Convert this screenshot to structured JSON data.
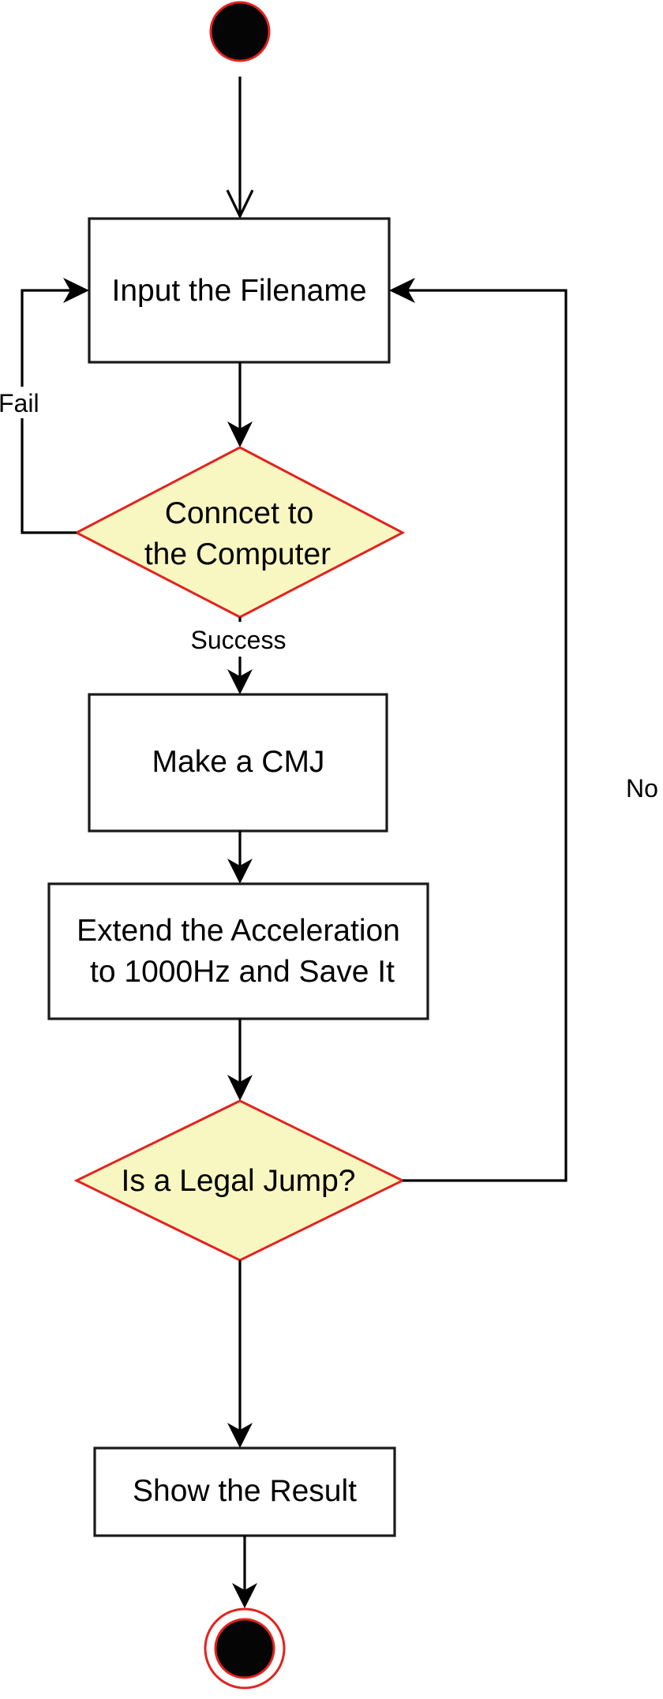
{
  "diagram": {
    "type": "activity-flowchart",
    "colors": {
      "stroke": "#000000",
      "decision_fill": "#f9f7c1",
      "decision_stroke": "#e3221e",
      "terminal_fill": "#050505",
      "terminal_stroke": "#e3221e"
    },
    "nodes": {
      "start": {
        "kind": "initial-node"
      },
      "input_filename": {
        "kind": "action",
        "label": "Input the Filename"
      },
      "connect": {
        "kind": "decision",
        "label_lines": [
          "Conncet to",
          "the Computer"
        ]
      },
      "make_cmj": {
        "kind": "action",
        "label": "Make a CMJ"
      },
      "extend": {
        "kind": "action",
        "label_lines": [
          "Extend the Acceleration",
          "to 1000Hz and Save It"
        ]
      },
      "legal_jump": {
        "kind": "decision",
        "label": "Is a Legal Jump?"
      },
      "show_result": {
        "kind": "action",
        "label": "Show the Result"
      },
      "end": {
        "kind": "final-node"
      }
    },
    "edges": {
      "fail": {
        "from": "connect",
        "to": "input_filename",
        "label": "Fail"
      },
      "success": {
        "from": "connect",
        "to": "make_cmj",
        "label": "Success"
      },
      "no": {
        "from": "legal_jump",
        "to": "input_filename",
        "label": "No"
      }
    }
  }
}
